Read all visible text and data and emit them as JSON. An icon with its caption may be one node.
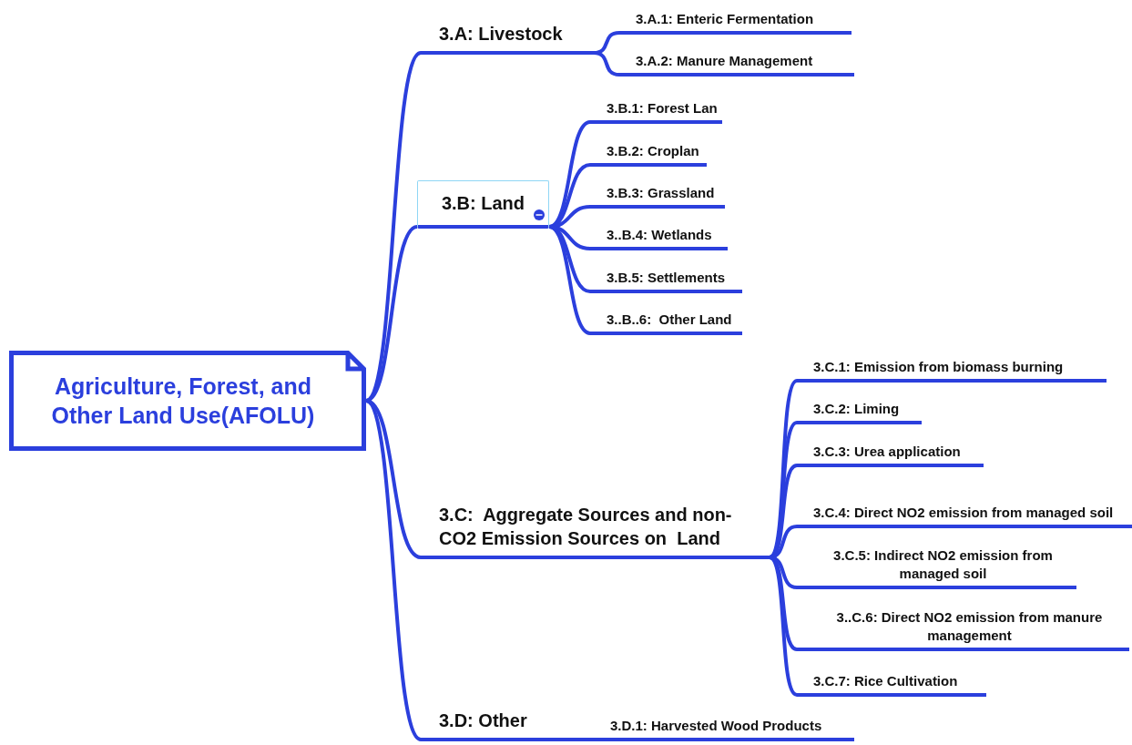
{
  "diagram": {
    "nodes": [
      {
        "text": [
          "Agriculture, Forest, and Other Land Use(AFOLU)"
        ]
      },
      {
        "text": [
          "3.A: Livestock"
        ]
      },
      {
        "text": [
          "3.A.1: Enteric Fermentation"
        ]
      },
      {
        "text": [
          "3.A.2: Manure Management"
        ]
      },
      {
        "text": [
          "3.B: Land"
        ]
      },
      {
        "text": [
          "3.B.1: Forest Lan"
        ]
      },
      {
        "text": [
          "3.B.2: Croplan"
        ]
      },
      {
        "text": [
          "3.B.3: Grassland"
        ]
      },
      {
        "text": [
          "3..B.4: Wetlands"
        ]
      },
      {
        "text": [
          "3.B.5: Settlements"
        ]
      },
      {
        "text": [
          "3..B..6:  Other Land"
        ]
      },
      {
        "text": [
          "3.C:  Aggregate Sources and non-CO2 Emission Sources on  Land"
        ]
      },
      {
        "text": [
          "3.C.1: Emission from biomass burning"
        ]
      },
      {
        "text": [
          "3.C.2: Liming"
        ]
      },
      {
        "text": [
          "3.C.3: Urea application"
        ]
      },
      {
        "text": [
          "3.C.4: Direct NO2 emission from managed soil"
        ]
      },
      {
        "text": [
          "3.C.5: Indirect NO2 emission from managed soil"
        ]
      },
      {
        "text": [
          "3..C.6: Direct NO2 emission from manure management"
        ]
      },
      {
        "text": [
          "3.C.7: Rice Cultivation"
        ]
      },
      {
        "text": [
          "3.D: Other"
        ]
      },
      {
        "text": [
          "3.D.1: Harvested Wood Products"
        ]
      }
    ],
    "edges": [
      {
        "from": 0,
        "to": 1,
        "arrow": "none"
      },
      {
        "from": 0,
        "to": 4,
        "arrow": "none"
      },
      {
        "from": 0,
        "to": 11,
        "arrow": "none"
      },
      {
        "from": 0,
        "to": 19,
        "arrow": "none"
      },
      {
        "from": 1,
        "to": 2,
        "arrow": "none"
      },
      {
        "from": 1,
        "to": 3,
        "arrow": "none"
      },
      {
        "from": 4,
        "to": 5,
        "arrow": "none"
      },
      {
        "from": 4,
        "to": 6,
        "arrow": "none"
      },
      {
        "from": 4,
        "to": 7,
        "arrow": "none"
      },
      {
        "from": 4,
        "to": 8,
        "arrow": "none"
      },
      {
        "from": 4,
        "to": 9,
        "arrow": "none"
      },
      {
        "from": 4,
        "to": 10,
        "arrow": "none"
      },
      {
        "from": 11,
        "to": 12,
        "arrow": "none"
      },
      {
        "from": 11,
        "to": 13,
        "arrow": "none"
      },
      {
        "from": 11,
        "to": 14,
        "arrow": "none"
      },
      {
        "from": 11,
        "to": 15,
        "arrow": "none"
      },
      {
        "from": 11,
        "to": 16,
        "arrow": "none"
      },
      {
        "from": 11,
        "to": 17,
        "arrow": "none"
      },
      {
        "from": 11,
        "to": 18,
        "arrow": "none"
      },
      {
        "from": 19,
        "to": 20,
        "arrow": "none"
      }
    ]
  }
}
